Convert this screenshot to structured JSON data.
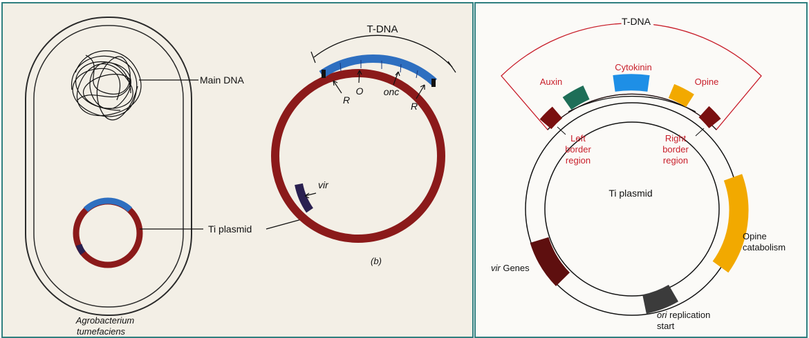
{
  "left_figure": {
    "cell_caption_line1": "Agrobacterium",
    "cell_caption_line2": "tumefaciens",
    "main_dna_label": "Main DNA",
    "ti_plasmid_label": "Ti plasmid",
    "tdna_label": "T-DNA",
    "marker_r_left": "R",
    "marker_o": "O",
    "marker_onc": "onc",
    "marker_r_right": "R",
    "vir_label": "vir",
    "panel_letter": "(b)",
    "colors": {
      "plasmid_ring": "#8b1a1a",
      "tdna_segment": "#2e6fc0",
      "vir_segment": "#2a2050"
    }
  },
  "right_figure": {
    "tdna_label": "T-DNA",
    "auxin_label": "Auxin",
    "cytokinin_label": "Cytokinin",
    "opine_label": "Opine",
    "left_border_line1": "Left",
    "left_border_line2": "border",
    "left_border_line3": "region",
    "right_border_line1": "Right",
    "right_border_line2": "border",
    "right_border_line3": "region",
    "plasmid_label": "Ti plasmid",
    "opine_catabolism_line1": "Opine",
    "opine_catabolism_line2": "catabolism",
    "vir_genes_italic": "vir",
    "vir_genes_rest": " Genes",
    "ori_italic": "ori",
    "ori_rest": " replication",
    "ori_line2": "start",
    "colors": {
      "border_region": "#7a1010",
      "auxin": "#1e6e58",
      "cytokinin": "#1e8fe6",
      "opine": "#f2a900",
      "opine_catabolism": "#f2a900",
      "vir_genes": "#5e0f0f",
      "ori": "#3b3b3b",
      "tdna_outline": "#c81e2a"
    }
  }
}
